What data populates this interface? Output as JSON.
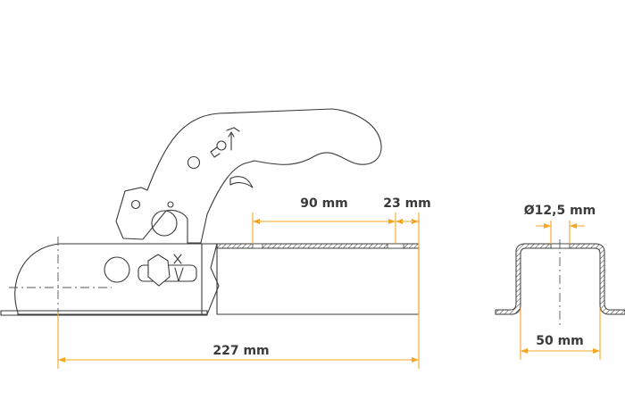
{
  "drawing": {
    "dimensions": {
      "slot_length": "90 mm",
      "end_offset": "23 mm",
      "overall_length": "227 mm",
      "hole_diameter": "Ø12,5 mm",
      "profile_width": "50 mm"
    },
    "colors": {
      "dimension": "#f5a623",
      "outline": "#3a3a3a"
    }
  }
}
